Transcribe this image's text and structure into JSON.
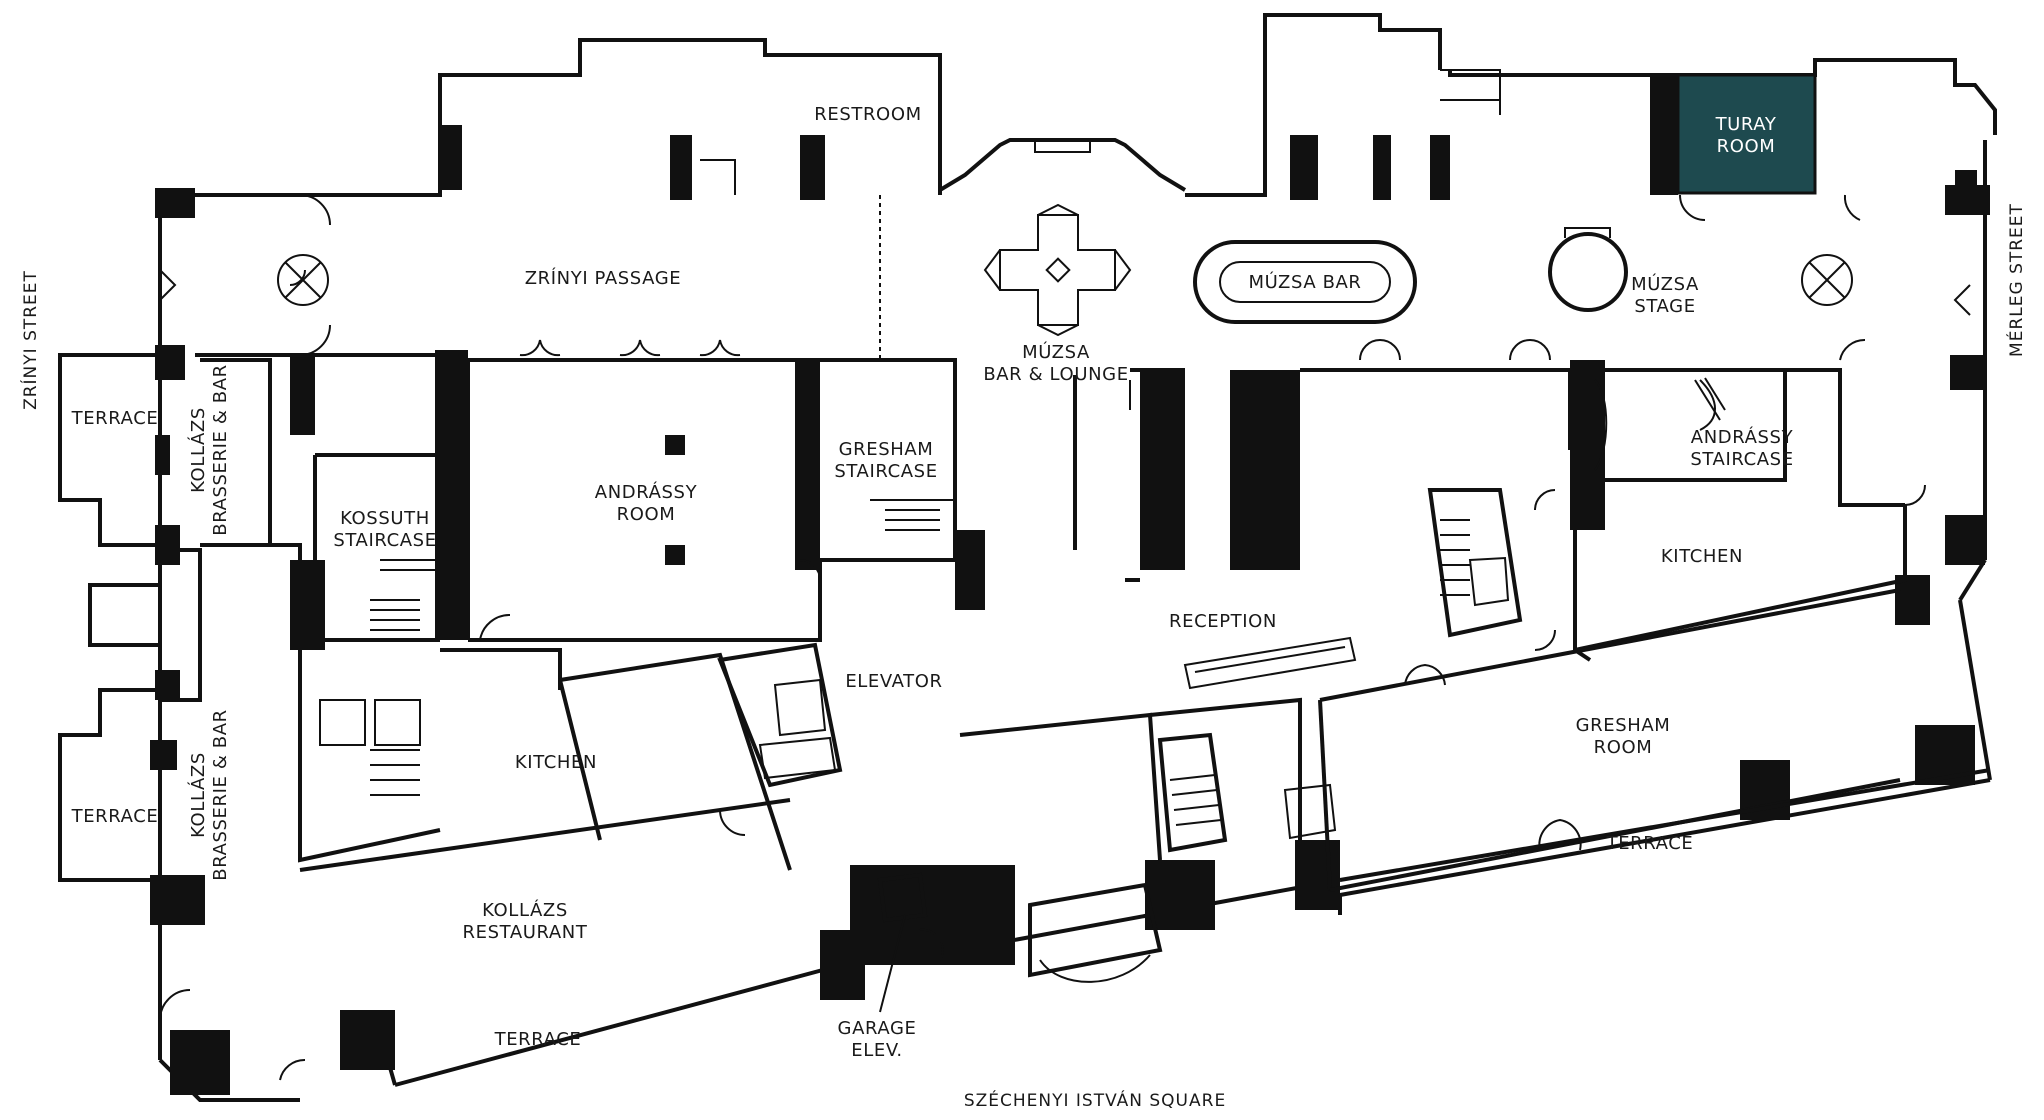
{
  "colors": {
    "wall": "#111111",
    "highlight_room": "#1e4a4f",
    "background": "#ffffff"
  },
  "streets": {
    "west": "ZRÍNYI STREET",
    "east": "MÉRLEG STREET",
    "south": "SZÉCHENYI ISTVÁN SQUARE"
  },
  "rooms": {
    "restroom": [
      "RESTROOM"
    ],
    "zrinyi_passage": [
      "ZRÍNYI PASSAGE"
    ],
    "muzsa_bar_lounge": [
      "MÚZSA",
      "BAR & LOUNGE"
    ],
    "muzsa_bar": [
      "MÚZSA BAR"
    ],
    "muzsa_stage": [
      "MÚZSA",
      "STAGE"
    ],
    "turay_room": [
      "TURAY",
      "ROOM"
    ],
    "terrace_west_top": [
      "TERRACE"
    ],
    "kollazs_brasserie_top": [
      "KOLLÁZS",
      "BRASSERIE & BAR"
    ],
    "kossuth_staircase": [
      "KOSSUTH",
      "STAIRCASE"
    ],
    "andrassy_room": [
      "ANDRÁSSY",
      "ROOM"
    ],
    "gresham_staircase": [
      "GRESHAM",
      "STAIRCASE"
    ],
    "andrassy_staircase": [
      "ANDRÁSSY",
      "STAIRCASE"
    ],
    "kitchen_east": [
      "KITCHEN"
    ],
    "reception": [
      "RECEPTION"
    ],
    "elevator": [
      "ELEVATOR"
    ],
    "kitchen_west": [
      "KITCHEN"
    ],
    "terrace_west_bottom": [
      "TERRACE"
    ],
    "kollazs_brasserie_bottom": [
      "KOLLÁZS",
      "BRASSERIE & BAR"
    ],
    "gresham_room": [
      "GRESHAM",
      "ROOM"
    ],
    "terrace_east": [
      "TERRACE"
    ],
    "kollazs_restaurant": [
      "KOLLÁZS",
      "RESTAURANT"
    ],
    "terrace_south": [
      "TERRACE"
    ],
    "garage_elevator": [
      "GARAGE",
      "ELEV."
    ]
  }
}
